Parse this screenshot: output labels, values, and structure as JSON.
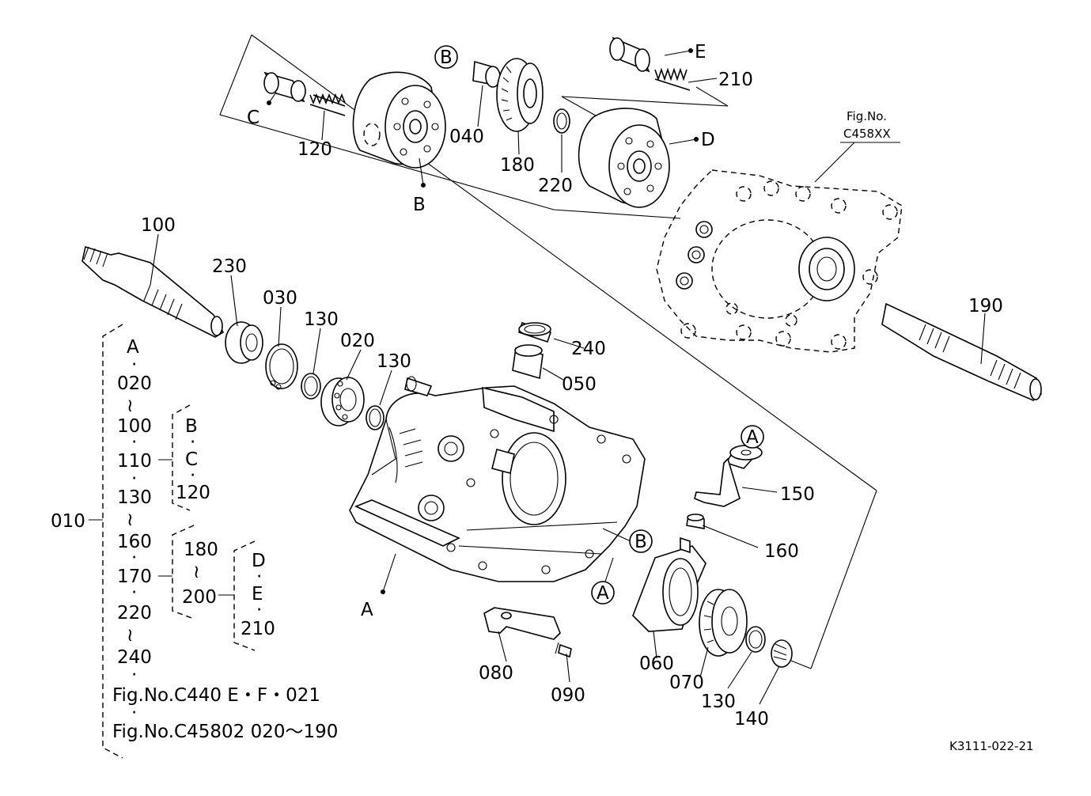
{
  "labels": {
    "p100": "100",
    "p230": "230",
    "p030": "030",
    "p130a": "130",
    "p020": "020",
    "p130b": "130",
    "p120": "120",
    "p040": "040",
    "p180": "180",
    "p220": "220",
    "p210": "210",
    "p240": "240",
    "p050": "050",
    "p150": "150",
    "p160": "160",
    "p190": "190",
    "p080": "080",
    "p090": "090",
    "p060": "060",
    "p070": "070",
    "p130c": "130",
    "p140": "140",
    "letterC": "C",
    "letterB": "B",
    "letterE": "E",
    "letterD": "D",
    "letterA": "A",
    "circB1": "B",
    "circB2": "B",
    "circA1": "A",
    "circA2": "A",
    "fig_ref_line1": "Fig.No.",
    "fig_ref_line2": "C458XX"
  },
  "tree": {
    "root": "010",
    "col1": [
      "A",
      "·",
      "020",
      "≀",
      "100",
      "·",
      "110",
      "·",
      "130",
      "≀",
      "160",
      "·",
      "170",
      "·",
      "220",
      "≀",
      "240",
      "·"
    ],
    "fig1": "Fig.No.C440  E・F・021",
    "fig1_dot": "·",
    "fig2": "Fig.No.C45802  020～190",
    "col2a": [
      "B",
      "·",
      "C",
      "·",
      "120"
    ],
    "col2b": [
      "180",
      "≀",
      "200"
    ],
    "col3": [
      "D",
      "·",
      "E",
      "·",
      "210"
    ]
  },
  "drawing_code": "K3111-022-21"
}
